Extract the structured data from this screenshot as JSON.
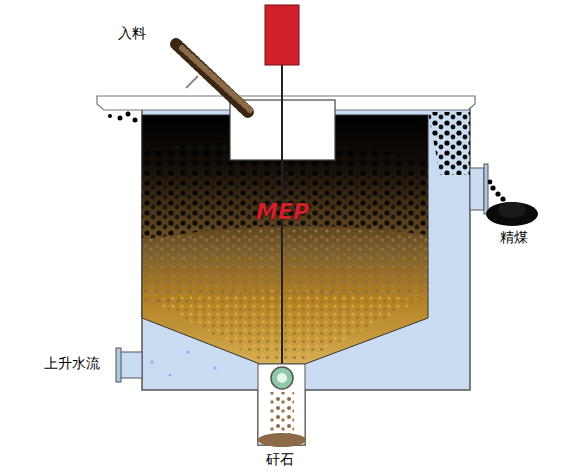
{
  "diagram": {
    "labels": [
      "入料",
      "MEP",
      "精煤",
      "上升水流",
      "矸石"
    ]
  }
}
